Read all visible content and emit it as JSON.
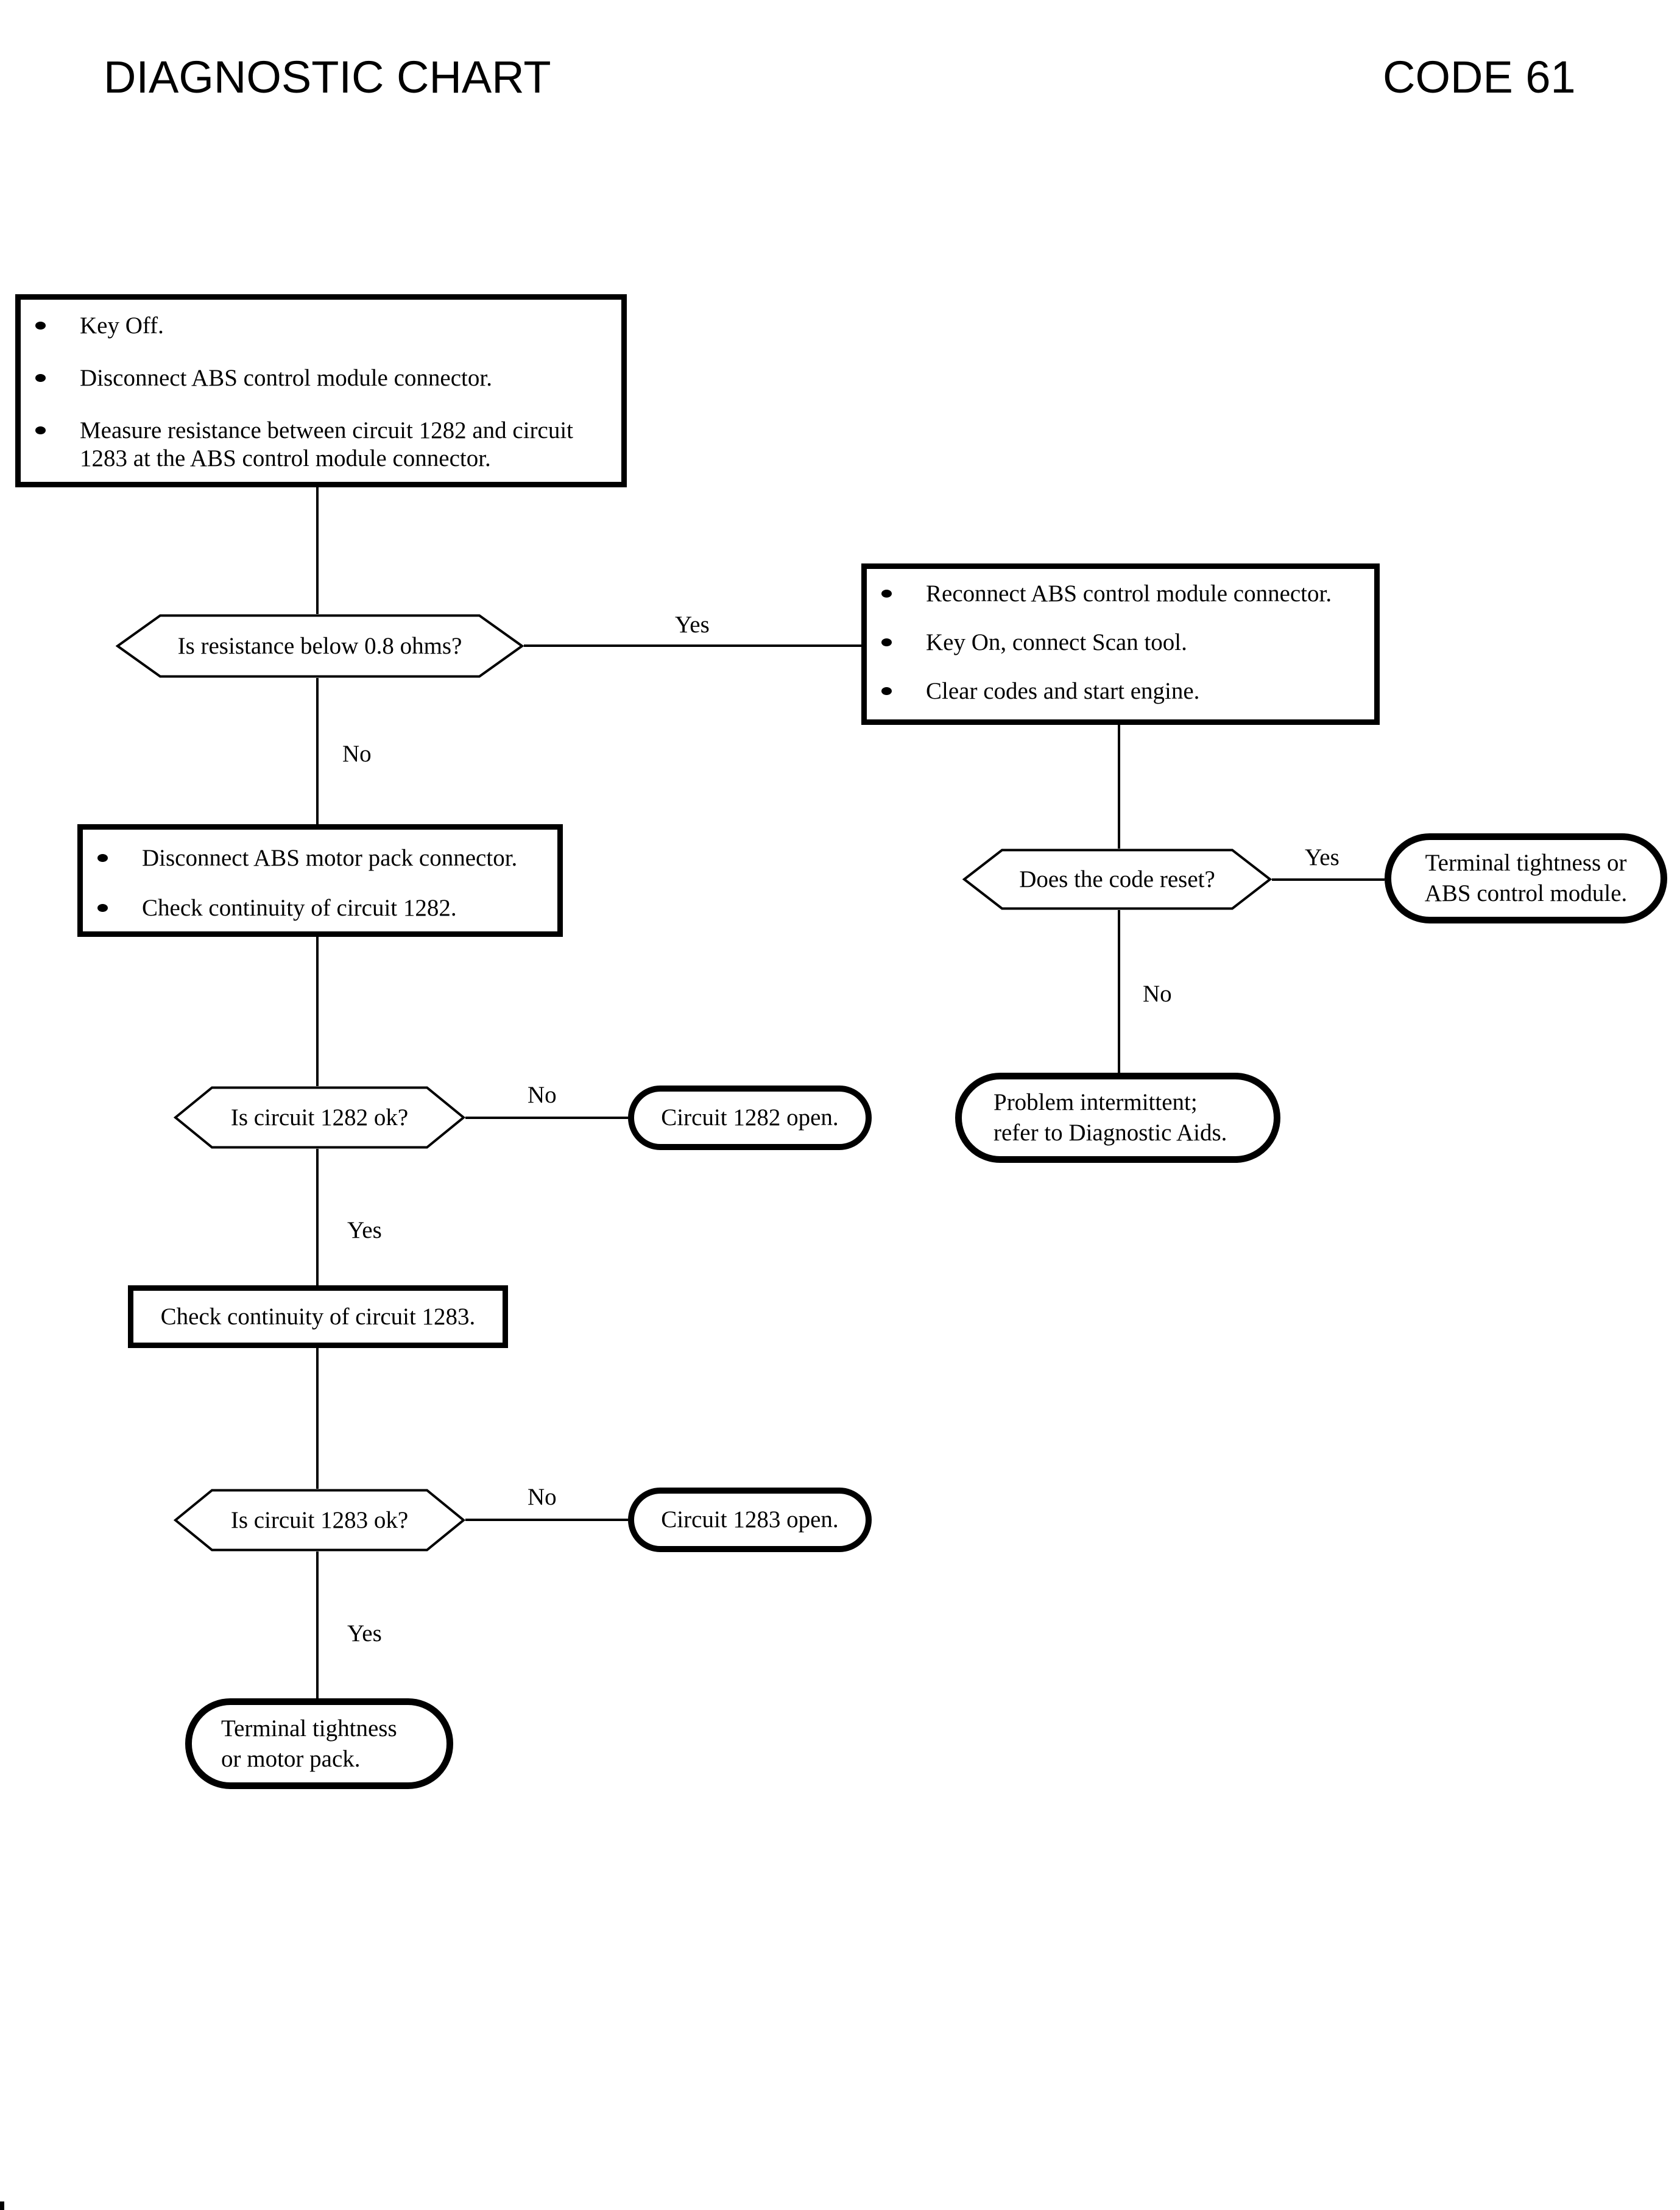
{
  "page": {
    "paper": "#ffffff",
    "ink": "#000000"
  },
  "header": {
    "title": "DIAGNOSTIC CHART",
    "code": "CODE 61"
  },
  "flow": {
    "start": {
      "items": [
        [
          "Key Off."
        ],
        [
          "Disconnect ABS control module connector."
        ],
        [
          "Measure resistance between circuit 1282 and circuit",
          "1283 at the ABS control module connector."
        ]
      ]
    },
    "q_resistance": {
      "text": "Is resistance below 0.8 ohms?",
      "yes": "Yes",
      "no": "No"
    },
    "reconnect": {
      "items": [
        [
          "Reconnect ABS control module connector."
        ],
        [
          "Key On, connect Scan tool."
        ],
        [
          "Clear codes and start engine."
        ]
      ]
    },
    "q_code_reset": {
      "text": "Does the code reset?",
      "yes": "Yes",
      "no": "No"
    },
    "terminal_abs": {
      "lines": [
        "Terminal tightness or",
        "ABS control module."
      ]
    },
    "problem": {
      "lines": [
        "Problem intermittent;",
        "refer to Diagnostic Aids."
      ]
    },
    "motor_pack": {
      "items": [
        [
          "Disconnect ABS motor pack connector."
        ],
        [
          "Check continuity of circuit 1282."
        ]
      ]
    },
    "q_1282": {
      "text": "Is circuit 1282 ok?",
      "yes": "Yes",
      "no": "No"
    },
    "open_1282": {
      "text": "Circuit 1282 open."
    },
    "check_1283": {
      "text": "Check continuity of circuit 1283."
    },
    "q_1283": {
      "text": "Is circuit 1283 ok?",
      "yes": "Yes",
      "no": "No"
    },
    "open_1283": {
      "text": "Circuit 1283 open."
    },
    "terminal_motor": {
      "lines": [
        "Terminal tightness",
        "or motor pack."
      ]
    }
  }
}
